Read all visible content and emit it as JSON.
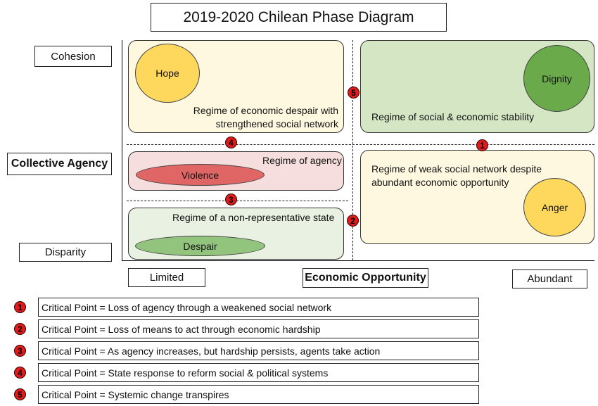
{
  "title": "2019-2020 Chilean Phase Diagram",
  "y_axis": {
    "top_label": "Cohesion",
    "middle_label": "Collective Agency",
    "bottom_label": "Disparity"
  },
  "x_axis": {
    "left_label": "Limited",
    "middle_label": "Economic Opportunity",
    "right_label": "Abundant"
  },
  "regions": {
    "top_left": {
      "text": "Regime of economic despair with strengthened social network",
      "line1": "Regime of economic despair with",
      "line2": "strengthened social network",
      "oval": "Hope",
      "color": "#fff8e0"
    },
    "top_right": {
      "text": "Regime of social & economic stability",
      "oval": "Dignity",
      "color": "#d4e6c3"
    },
    "middle_left": {
      "text": "Regime of agency",
      "oval": "Violence",
      "color": "#f7dede"
    },
    "bottom_left": {
      "text": "Regime of a non-representative state",
      "oval": "Despair",
      "color": "#e9f2e2"
    },
    "right_bottom": {
      "line1": "Regime of weak social network despite",
      "line2": "abundant economic opportunity",
      "oval": "Anger",
      "color": "#fff8e0"
    }
  },
  "critical_points": [
    {
      "num": "1",
      "text": "Critical Point = Loss of agency through a weakened social network"
    },
    {
      "num": "2",
      "text": "Critical Point = Loss of means to act through economic hardship"
    },
    {
      "num": "3",
      "text": "Critical Point = As agency increases, but hardship persists, agents take action"
    },
    {
      "num": "4",
      "text": "Critical Point = State response to reform social & political systems"
    },
    {
      "num": "5",
      "text": "Critical Point = Systemic change transpires"
    }
  ],
  "colors": {
    "critical_point": "#e01b1b",
    "hope_oval": "#fdd85d",
    "dignity_oval": "#6aaa4b",
    "violence_oval": "#e06666",
    "despair_oval": "#93c47d",
    "anger_oval": "#fdd85d"
  }
}
